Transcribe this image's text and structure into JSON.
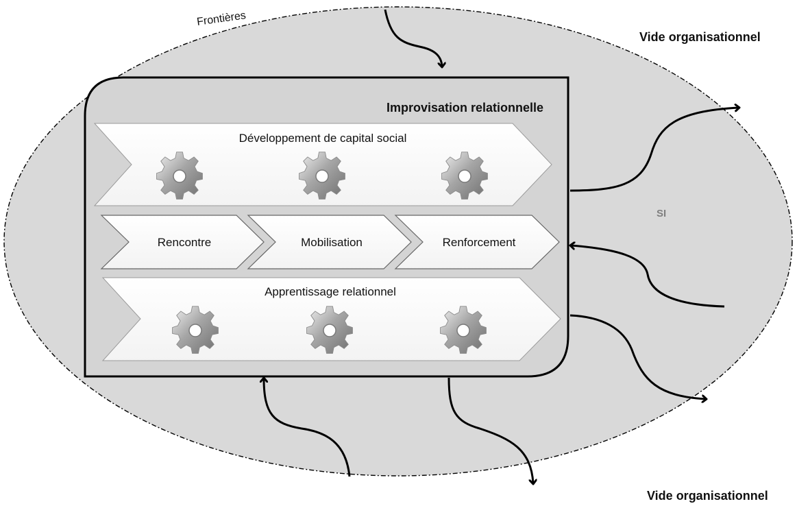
{
  "labels": {
    "frontieres": "Frontières",
    "vide_top": "Vide organisationnel",
    "vide_bottom": "Vide organisationnel",
    "si": "SI",
    "improvisation": "Improvisation relationnelle",
    "capital_social": "Développement de capital social",
    "apprentissage": "Apprentissage relationnel"
  },
  "phases": [
    "Rencontre",
    "Mobilisation",
    "Renforcement"
  ],
  "colors": {
    "ellipse_fill": "#d9d9d9",
    "box_fill": "#d4d4d4",
    "chevron_fill": "#ffffff",
    "stroke": "#000000",
    "si_text": "#7f7f7f",
    "gear": "#9a9a9a"
  },
  "icons": [
    "gear-icon"
  ]
}
